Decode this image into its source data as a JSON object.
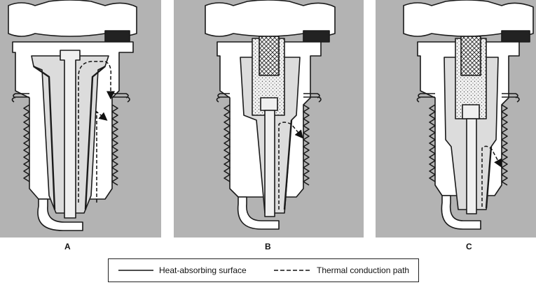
{
  "panels": [
    {
      "label": "A"
    },
    {
      "label": "B"
    },
    {
      "label": "C"
    }
  ],
  "legend": {
    "solid_label": "Heat-absorbing surface",
    "dashed_label": "Thermal conduction path"
  },
  "colors": {
    "panel_background": "#b3b3b3",
    "insulator": "#dddddd",
    "shell": "#ffffff",
    "outline": "#1a1a1a"
  }
}
